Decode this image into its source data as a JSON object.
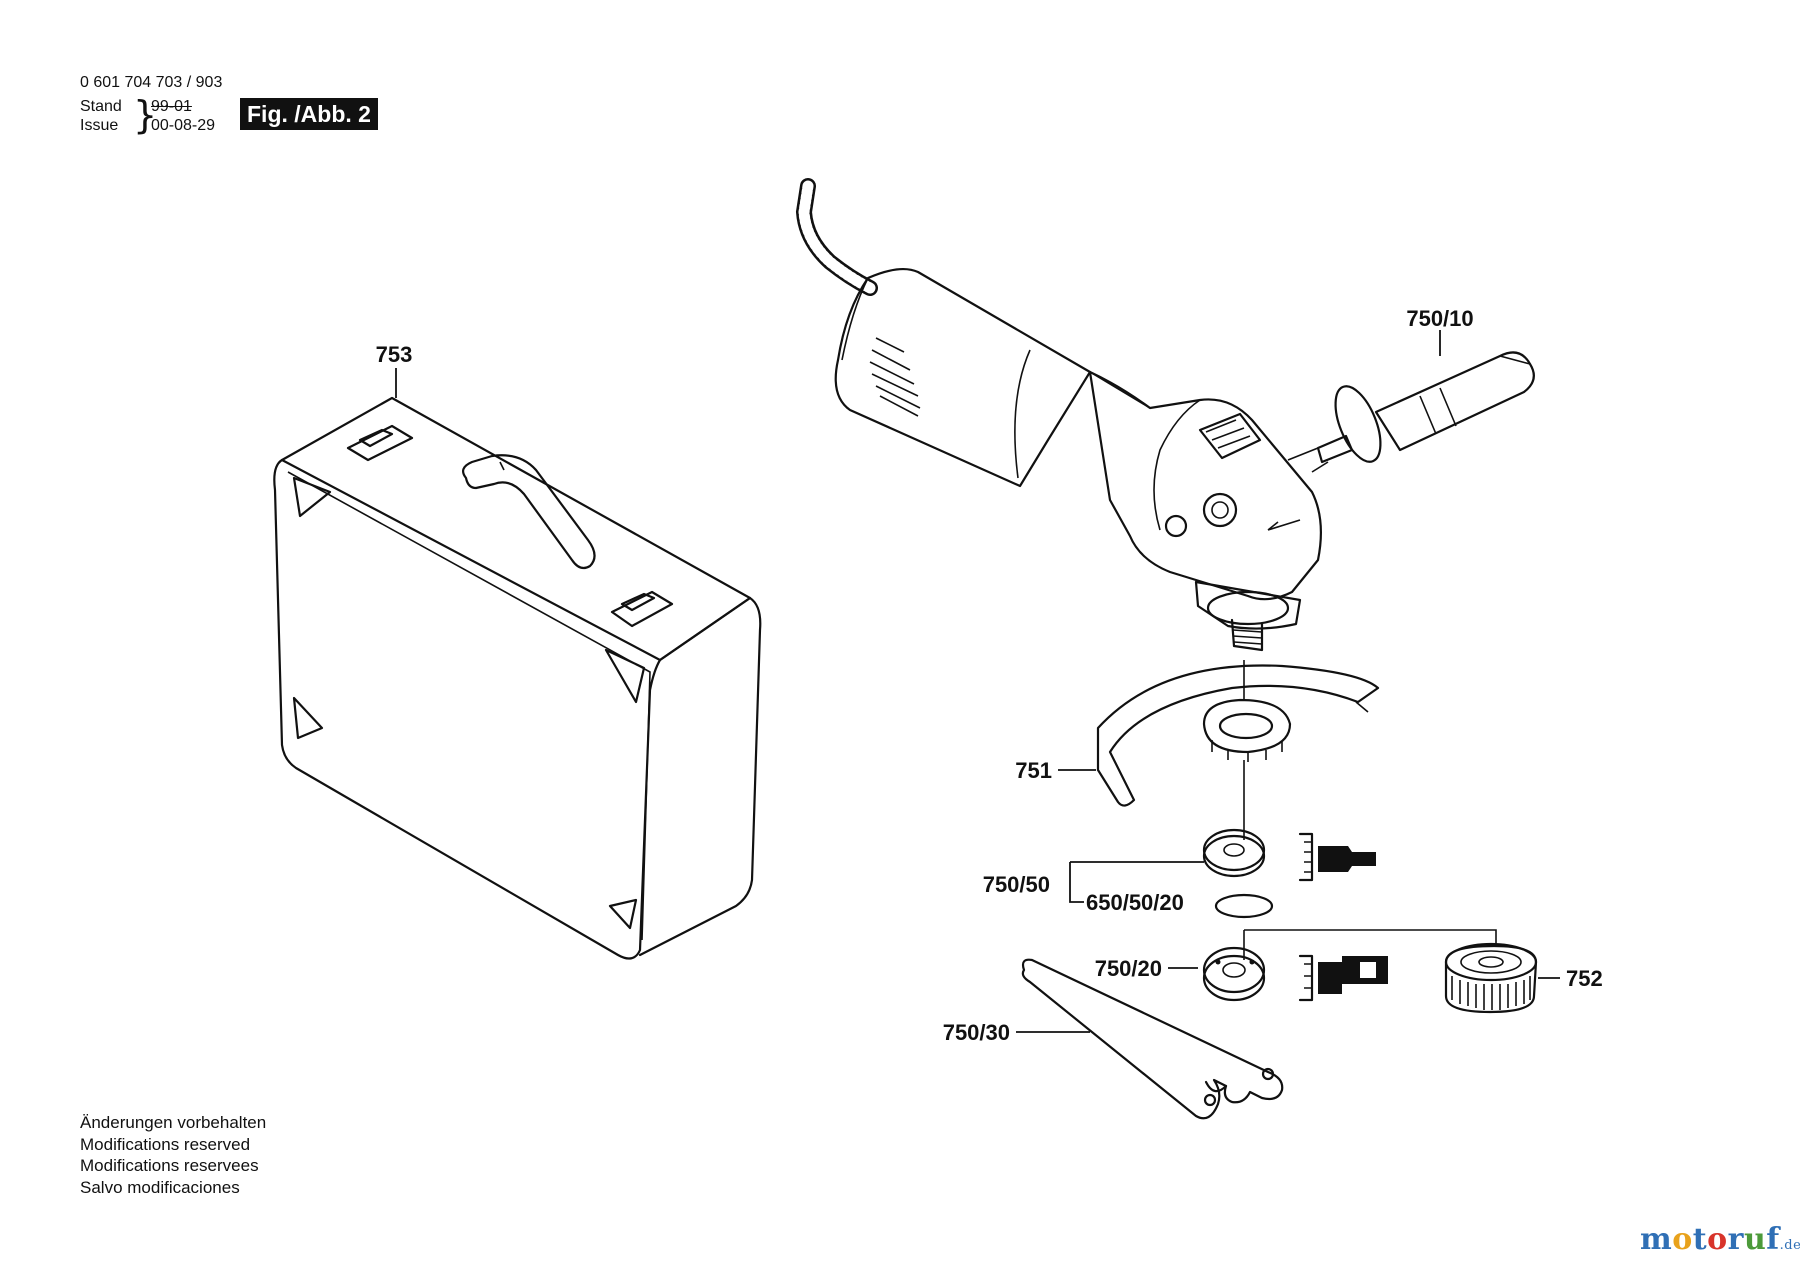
{
  "header": {
    "doc_number": "0 601 704 703 / 903",
    "stand_label": "Stand",
    "issue_label": "Issue",
    "stand_value": "99-01",
    "issue_value": "00-08-29",
    "fig_label": "Fig. /Abb. 2"
  },
  "callouts": {
    "case": "753",
    "aux_handle": "750/10",
    "guard": "751",
    "flange_set": "750/50",
    "o_ring": "650/50/20",
    "clamp_nut": "750/20",
    "quick_nut": "752",
    "spanner": "750/30"
  },
  "notes": [
    "Änderungen vorbehalten",
    "Modifications reserved",
    "Modifications reservees",
    "Salvo modificaciones"
  ],
  "watermark": {
    "parts": [
      {
        "text": "m",
        "color": "#2f6fb5"
      },
      {
        "text": "o",
        "color": "#e8a21c"
      },
      {
        "text": "t",
        "color": "#2f6fb5"
      },
      {
        "text": "o",
        "color": "#d8342b"
      },
      {
        "text": "r",
        "color": "#2f6fb5"
      },
      {
        "text": "u",
        "color": "#4c9a3a"
      },
      {
        "text": "f",
        "color": "#2f6fb5"
      }
    ],
    "tld": ".de"
  }
}
